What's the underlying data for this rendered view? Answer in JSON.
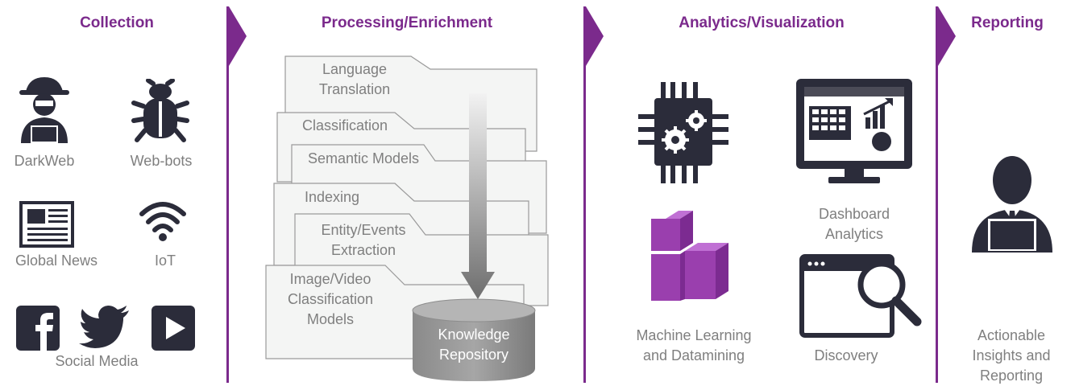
{
  "stages": {
    "collection": "Collection",
    "processing": "Processing/Enrichment",
    "analytics": "Analytics/Visualization",
    "reporting": "Reporting"
  },
  "collection": {
    "darkweb": "DarkWeb",
    "webbots": "Web-bots",
    "globalnews": "Global News",
    "iot": "IoT",
    "social": "Social Media"
  },
  "processing": {
    "cards": [
      {
        "line1": "Language",
        "line2": "Translation"
      },
      {
        "line1": "Classification"
      },
      {
        "line1": "Semantic Models"
      },
      {
        "line1": "Indexing"
      },
      {
        "line1": "Entity/Events",
        "line2": "Extraction"
      },
      {
        "line1": "Image/Video",
        "line2": "Classification",
        "line3": "Models"
      }
    ],
    "repository": {
      "line1": "Knowledge",
      "line2": "Repository"
    }
  },
  "analytics": {
    "ml": {
      "line1": "Machine Learning",
      "line2": "and Datamining"
    },
    "dashboard": {
      "line1": "Dashboard",
      "line2": "Analytics"
    },
    "discovery": "Discovery"
  },
  "reporting": {
    "line1": "Actionable",
    "line2": "Insights and",
    "line3": "Reporting"
  },
  "colors": {
    "accent": "#7b2a8c",
    "icon_dark": "#2b2c3a",
    "cube": "#9a3fae",
    "label_gray": "#7f7f7f"
  }
}
